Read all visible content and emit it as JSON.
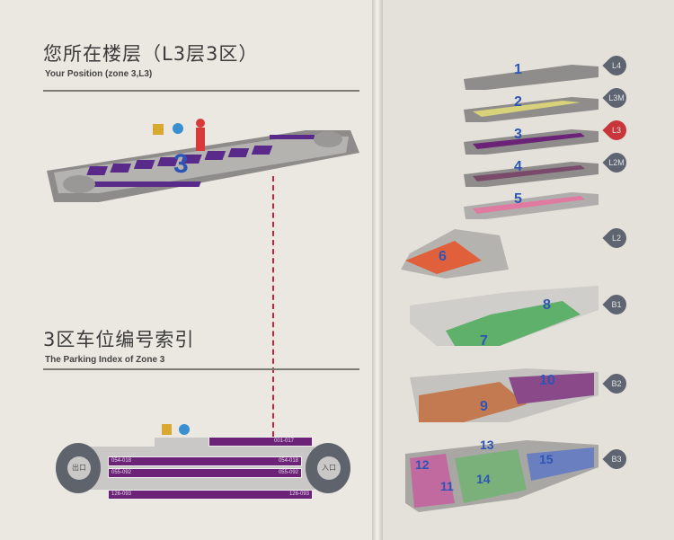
{
  "position": {
    "title_cn": "您所在楼层（L3层3区）",
    "title_en": "Your Position (zone 3,L3)",
    "zone": "3"
  },
  "index": {
    "title_cn": "3区车位编号索引",
    "title_en": "The Parking Index of Zone 3",
    "exit_label": "出口",
    "entry_label": "入口",
    "rows": [
      {
        "left": "",
        "right": "001-017"
      },
      {
        "left": "054-018",
        "right": "054-018"
      },
      {
        "left": "055-092",
        "right": "055-092"
      },
      {
        "left": "126-093",
        "right": "126-093"
      }
    ]
  },
  "floors": [
    {
      "zone": "1",
      "level": "L4"
    },
    {
      "zone": "2",
      "level": "L3M"
    },
    {
      "zone": "3",
      "level": "L3"
    },
    {
      "zone": "4",
      "level": "L2M"
    },
    {
      "zone": "5",
      "level": ""
    },
    {
      "zone": "6",
      "level": "L2"
    },
    {
      "zone": "7",
      "level": ""
    },
    {
      "zone": "8",
      "level": "B1"
    },
    {
      "zone": "9",
      "level": ""
    },
    {
      "zone": "10",
      "level": "B2"
    },
    {
      "zone": "11",
      "level": ""
    },
    {
      "zone": "12",
      "level": ""
    },
    {
      "zone": "13",
      "level": ""
    },
    {
      "zone": "14",
      "level": ""
    },
    {
      "zone": "15",
      "level": "B3"
    }
  ],
  "colors": {
    "current_level": "#c9363a",
    "zone3": "#6b2277",
    "zone2": "#d8d27a",
    "zone5": "#e07aa0",
    "zone6": "#e0603c",
    "zone7_8": "#5fb06a",
    "zone9": "#c47a50",
    "zone10": "#8a4a8a",
    "zone15": "#6a7fc0"
  }
}
